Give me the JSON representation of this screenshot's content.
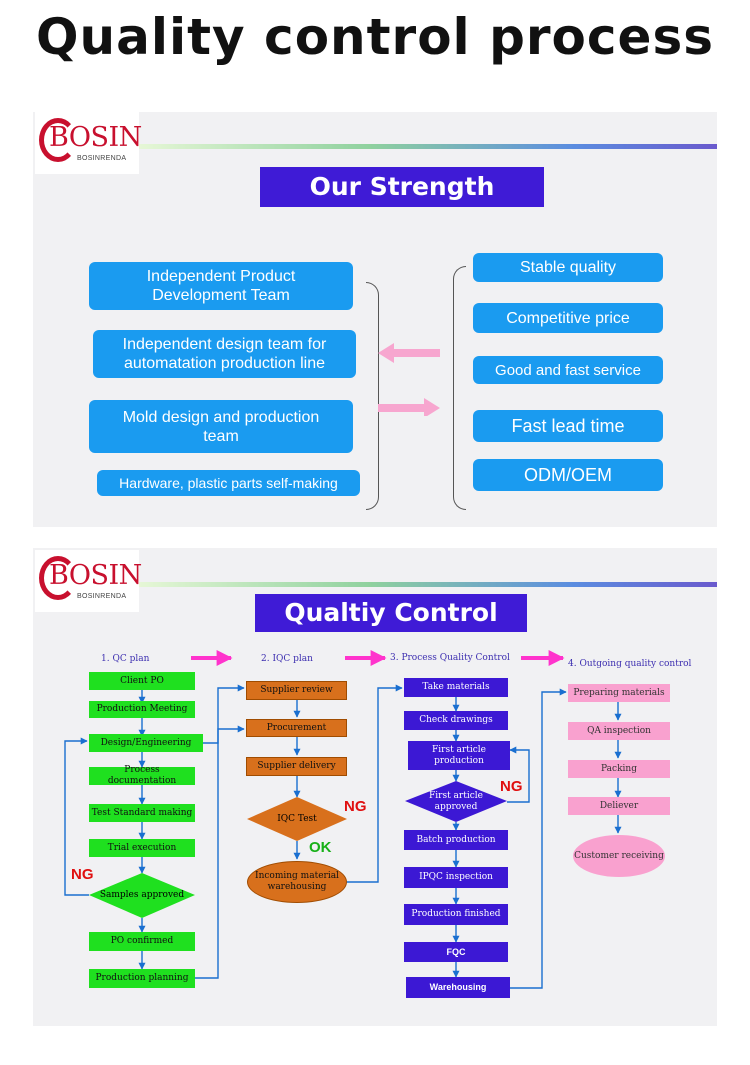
{
  "page_title": "Quality control process",
  "logo": {
    "brand": "BOSIN",
    "sub": "BOSINRENDA"
  },
  "strength": {
    "title": "Our Strength",
    "left_items": [
      "Independent Product\nDevelopment Team",
      "Independent design team for\nautomatation   production line",
      "Mold design and production\nteam",
      "Hardware, plastic parts self-making"
    ],
    "right_items": [
      "Stable quality",
      "Competitive price",
      "Good and fast service",
      "Fast lead time",
      "ODM/OEM"
    ]
  },
  "qc": {
    "title": "Qualtiy Control",
    "steps": [
      "1. QC plan",
      "2. IQC plan",
      "3. Process Quality Control",
      "4. Outgoing quality control"
    ],
    "col1": [
      "Client PO",
      "Production Meeting",
      "Design/Engineering",
      "Process documentation",
      "Test Standard making",
      "Trial execution",
      "Samples approved",
      "PO confirmed",
      "Production planning"
    ],
    "col2": [
      "Supplier review",
      "Procurement",
      "Supplier delivery",
      "IQC Test",
      "Incoming material warehousing"
    ],
    "col3": [
      "Take materials",
      "Check drawings",
      "First article production",
      "First article approved",
      "Batch production",
      "IPQC inspection",
      "Production finished",
      "FQC",
      "Warehousing"
    ],
    "col4": [
      "Preparing materials",
      "QA inspection",
      "Packing",
      "Deliever",
      "Customer receiving"
    ],
    "labels": {
      "ng": "NG",
      "ok": "OK"
    },
    "colors": {
      "green": "#1fe01f",
      "orange": "#d8701c",
      "blue": "#3c18d4",
      "pink": "#f9a1cf",
      "arrow": "#ff33cc",
      "line": "#1a6fd0"
    }
  }
}
